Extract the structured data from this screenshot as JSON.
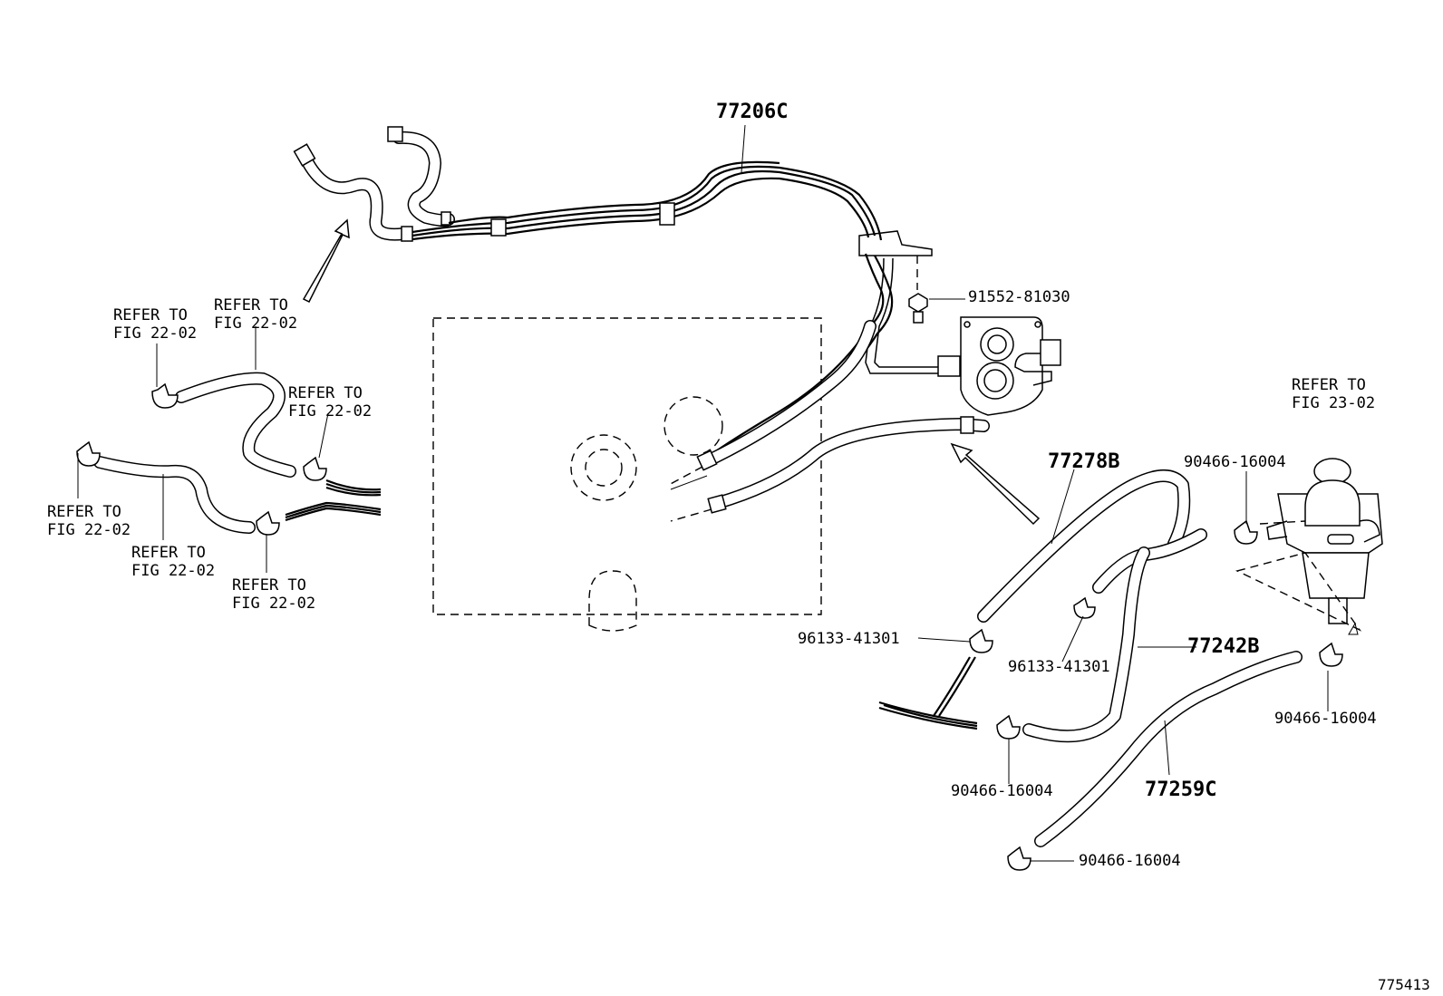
{
  "diagram": {
    "callouts": {
      "p77206c": "77206C",
      "p91552": "91552-81030",
      "p77278b": "77278B",
      "p77242b": "77242B",
      "p77259c": "77259C",
      "p96133_a": "96133-41301",
      "p96133_b": "96133-41301",
      "p90466_a": "90466-16004",
      "p90466_b": "90466-16004",
      "p90466_c": "90466-16004",
      "p90466_d": "90466-16004"
    },
    "refer_notes": {
      "r1": "REFER TO\nFIG 22-02",
      "r2": "REFER TO\nFIG 22-02",
      "r3": "REFER TO\nFIG 22-02",
      "r4": "REFER TO\nFIG 22-02",
      "r5": "REFER TO\nFIG 22-02",
      "r6": "REFER TO\nFIG 22-02",
      "r7": "REFER TO\nFIG 23-02"
    },
    "illustration_id": "775413"
  }
}
